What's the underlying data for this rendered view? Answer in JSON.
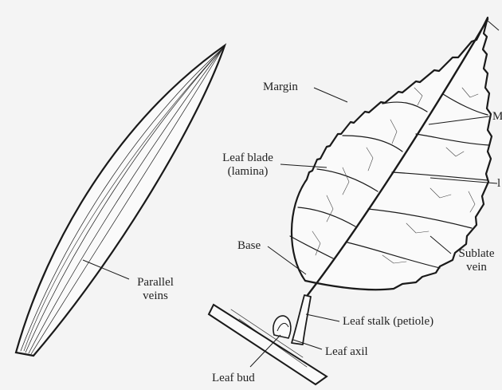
{
  "labels": {
    "margin": "Margin",
    "leaf_blade_line1": "Leaf blade",
    "leaf_blade_line2": "(lamina)",
    "base": "Base",
    "parallel_line1": "Parallel",
    "parallel_line2": "veins",
    "sublateral_line1": "Sublate",
    "sublateral_line2": "vein",
    "leaf_stalk": "Leaf stalk (petiole)",
    "leaf_axil": "Leaf axil",
    "leaf_bud": "Leaf bud",
    "cut_m": "M",
    "cut_l": "l"
  }
}
